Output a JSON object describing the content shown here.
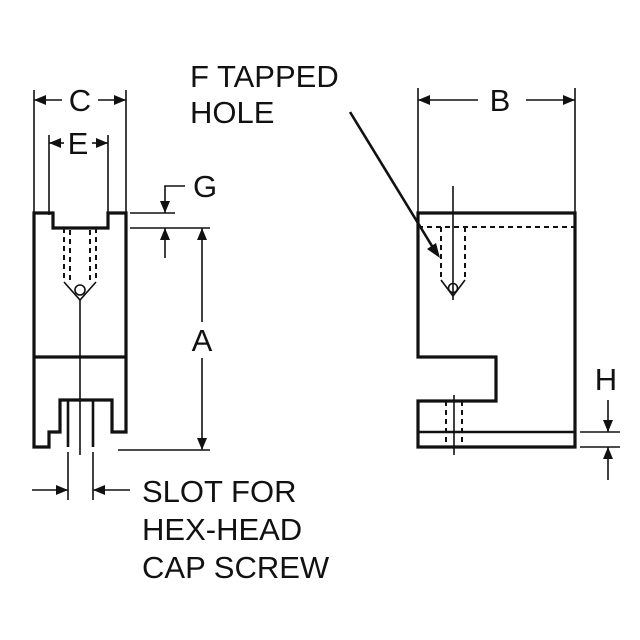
{
  "labels": {
    "dim_c": "C",
    "dim_e": "E",
    "dim_g": "G",
    "dim_a": "A",
    "dim_b": "B",
    "dim_h": "H",
    "tapped_hole_line1": "F TAPPED",
    "tapped_hole_line2": "HOLE",
    "slot_line1": "SLOT FOR",
    "slot_line2": "HEX-HEAD",
    "slot_line3": "CAP SCREW"
  },
  "colors": {
    "ink": "#111111",
    "paper": "#ffffff"
  }
}
